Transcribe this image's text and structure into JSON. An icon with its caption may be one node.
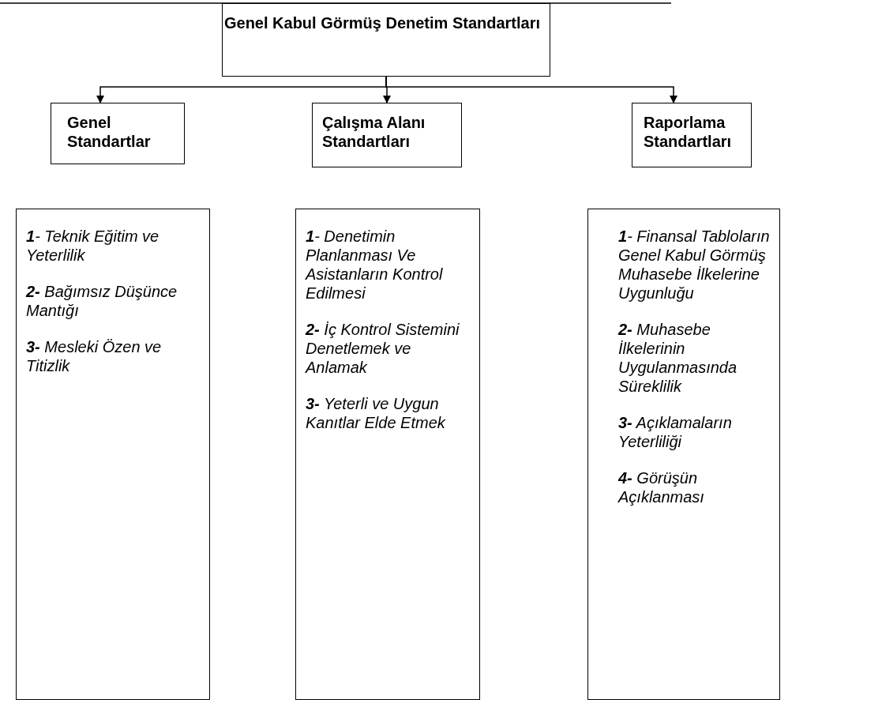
{
  "diagram": {
    "nodes": [
      {
        "text": [
          "Genel Kabul Görmüş Denetim Standartları"
        ]
      },
      {
        "text": [
          "Genel Standartlar"
        ]
      },
      {
        "text": [
          "Çalışma Alanı Standartları"
        ]
      },
      {
        "text": [
          "Raporlama Standartları"
        ]
      },
      {
        "text": [
          "**1**- Teknik Eğitim ve Yeterlilik",
          "**2-** Bağımsız Düşünce Mantığı",
          "**3-** Mesleki Özen ve Titizlik"
        ]
      },
      {
        "text": [
          "**1**- Denetimin Planlanması Ve Asistanların Kontrol Edilmesi",
          "**2-** İç Kontrol Sistemini Denetlemek ve Anlamak",
          "**3-** Yeterli ve Uygun Kanıtlar Elde Etmek"
        ]
      },
      {
        "text": [
          "**1**- Finansal Tabloların Genel Kabul Görmüş Muhasebe İlkelerine Uygunluğu",
          "**2-** Muhasebe İlkelerinin Uygulanmasında Süreklilik",
          "**3-** Açıklamaların Yeterliliği",
          "**4-** Görüşün Açıklanması"
        ]
      }
    ],
    "edges": [
      {
        "from": 0,
        "to": 1,
        "arrow": "to"
      },
      {
        "from": 0,
        "to": 2,
        "arrow": "to"
      },
      {
        "from": 0,
        "to": 3,
        "arrow": "to"
      }
    ]
  }
}
